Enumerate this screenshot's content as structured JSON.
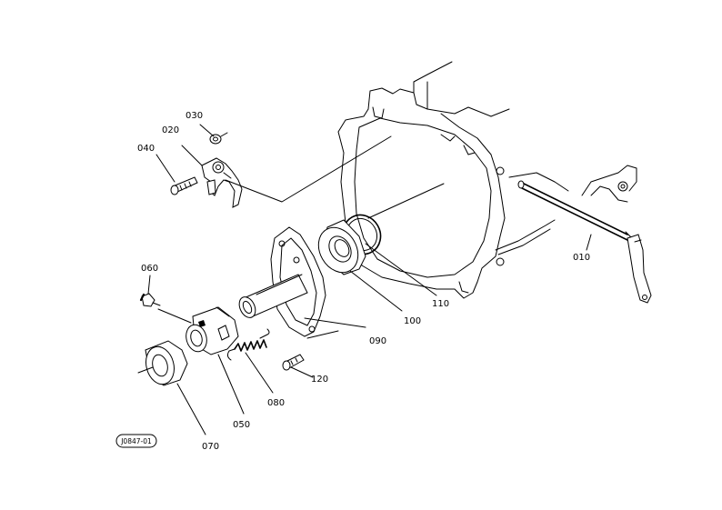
{
  "diagram_code": "J0847-01",
  "parts": [
    {
      "id": "p010",
      "label": "010"
    },
    {
      "id": "p020",
      "label": "020"
    },
    {
      "id": "p030",
      "label": "030"
    },
    {
      "id": "p040",
      "label": "040"
    },
    {
      "id": "p050",
      "label": "050"
    },
    {
      "id": "p060",
      "label": "060"
    },
    {
      "id": "p070",
      "label": "070"
    },
    {
      "id": "p080",
      "label": "080"
    },
    {
      "id": "p090",
      "label": "090"
    },
    {
      "id": "p100",
      "label": "100"
    },
    {
      "id": "p110",
      "label": "110"
    },
    {
      "id": "p120",
      "label": "120"
    }
  ]
}
